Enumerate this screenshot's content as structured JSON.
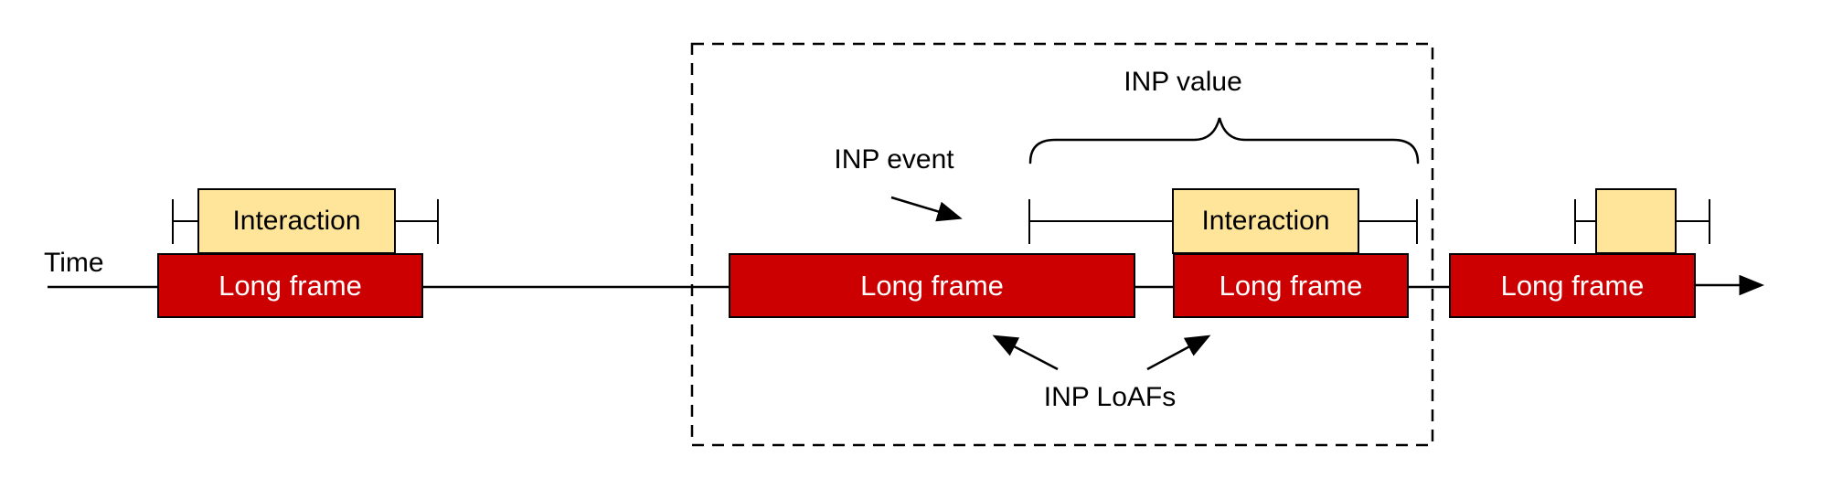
{
  "diagram": {
    "title_hint": "INP and Long Animation Frames timeline diagram",
    "timeline_label": "Time",
    "long_frame_label": "Long frame",
    "interaction_label": "Interaction",
    "annotations": {
      "inp_value": "INP value",
      "inp_event": "INP event",
      "inp_loafs": "INP LoAFs"
    },
    "colors": {
      "long_frame_fill": "#cc0000",
      "long_frame_text": "#ffffff",
      "interaction_fill": "#ffe599",
      "stroke": "#000000",
      "background": "#ffffff"
    }
  }
}
